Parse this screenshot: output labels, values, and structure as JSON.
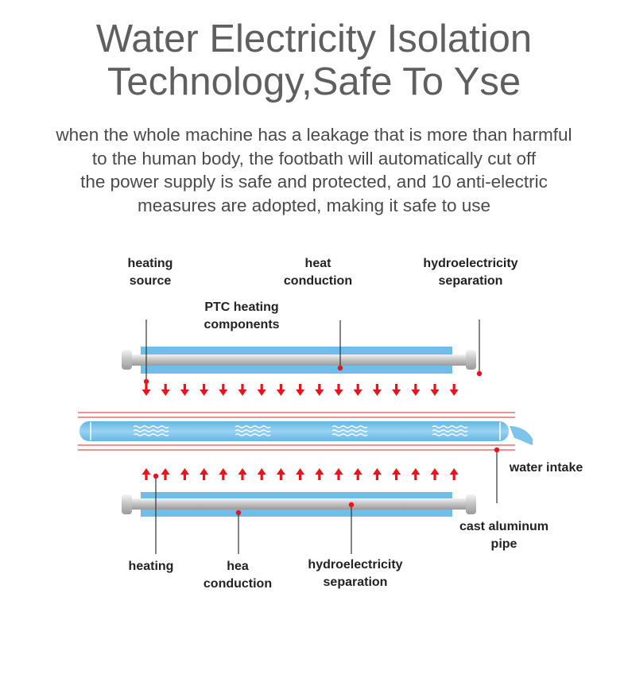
{
  "title": {
    "line1": "Water Electricity Isolation",
    "line2": "Technology,Safe To Yse"
  },
  "description": [
    "when the whole machine has a leakage that is more than harmful",
    "to the human body, the footbath will automatically cut off",
    "the power supply is safe and protected, and 10 anti-electric",
    "measures are adopted, making it safe to use"
  ],
  "labels": {
    "heating_source": [
      "heating",
      "source"
    ],
    "heat_conduction_top": [
      "heat",
      "conduction"
    ],
    "hydro_sep_top": [
      "hydroelectricity",
      "separation"
    ],
    "ptc": [
      "PTC heating",
      "components"
    ],
    "water_intake": [
      "water intake"
    ],
    "cast_pipe": [
      "cast aluminum",
      "pipe"
    ],
    "heating_bottom": [
      "heating"
    ],
    "hea_conduction": [
      "hea",
      "conduction"
    ],
    "hydro_sep_bottom": [
      "hydroelectricity",
      "separation"
    ]
  },
  "colors": {
    "title": "#5f5f5f",
    "arrow": "#e8141c",
    "line_red": "#e23a3a",
    "blue": "#7cc4ea",
    "rod": "#c9c9c9"
  },
  "icons": {
    "down_arrow": "down-arrow-icon",
    "up_arrow": "up-arrow-icon",
    "wave": "water-wave-icon"
  }
}
